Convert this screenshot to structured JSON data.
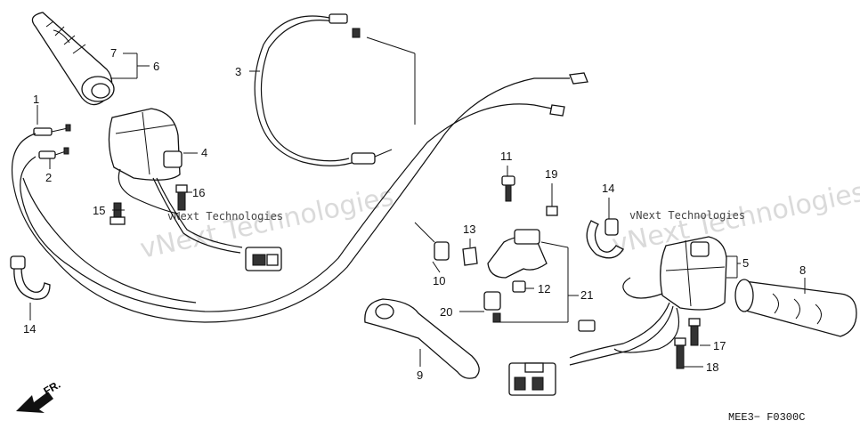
{
  "watermarks": {
    "left_main": "vNext Technologies",
    "left_small": "vNext Technologies",
    "right_main": "vNext Technologies",
    "right_small": "vNext Technologies"
  },
  "callouts": {
    "c1": "1",
    "c2": "2",
    "c3": "3",
    "c4": "4",
    "c5": "5",
    "c6": "6",
    "c7": "7",
    "c8": "8",
    "c9": "9",
    "c10": "10",
    "c11": "11",
    "c12": "12",
    "c13": "13",
    "c14_left": "14",
    "c14_right": "14",
    "c15": "15",
    "c16": "16",
    "c17": "17",
    "c18": "18",
    "c19": "19",
    "c20": "20",
    "c21": "21"
  },
  "direction": "FR.",
  "reference_code": "MEE3− F0300C"
}
